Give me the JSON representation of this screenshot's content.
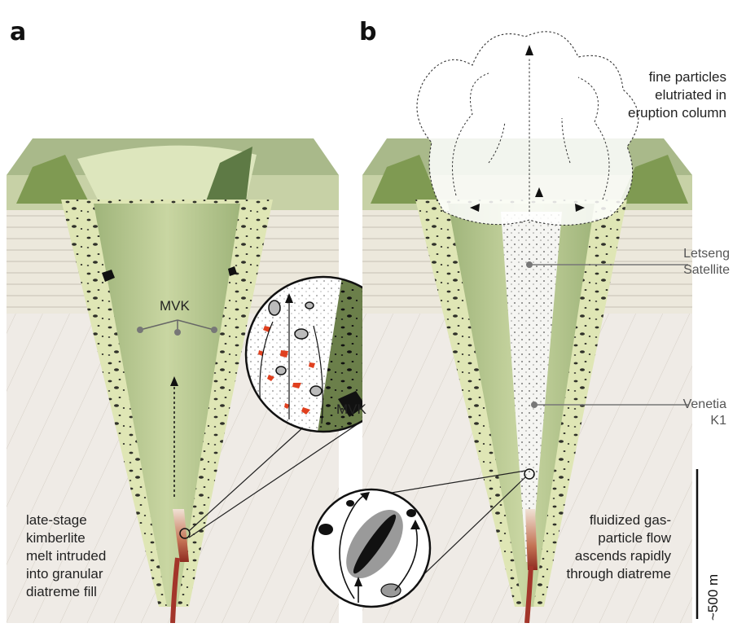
{
  "panels": {
    "a": {
      "letter": "a",
      "mvk_label": "MVK",
      "inset_label": "MVK",
      "caption_lines": [
        "late-stage",
        "kimberlite",
        "melt intruded",
        "into granular",
        "diatreme fill"
      ]
    },
    "b": {
      "letter": "b",
      "column_lines": [
        "fine particles",
        "elutriated in",
        "eruption column"
      ],
      "callout_1_lines": [
        "Letseng",
        "Satellite"
      ],
      "callout_2_lines": [
        "Venetia",
        "K1"
      ],
      "flow_lines": [
        "fluidized gas-",
        "particle flow",
        "ascends rapidly",
        "through diatreme"
      ]
    }
  },
  "scale_bar": {
    "label": "~500 m"
  },
  "colors": {
    "pipe_dark": "#8fa86a",
    "pipe_light": "#dfe6b5",
    "sediment": "#ece8dc",
    "basement": "#efebe6",
    "melt": "#a3352a",
    "red_fragments": "#e0401f"
  }
}
